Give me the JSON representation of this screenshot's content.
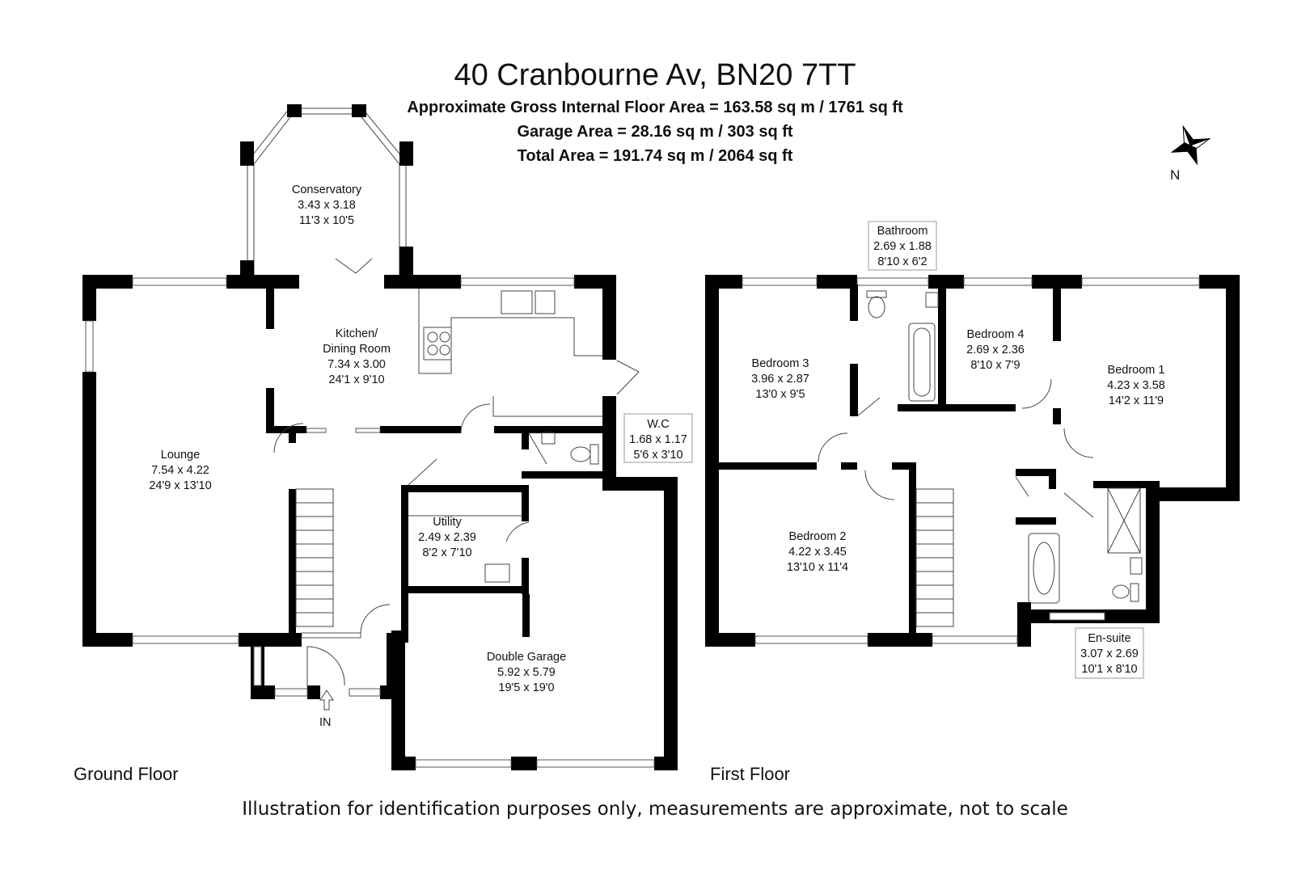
{
  "header": {
    "address": "40 Cranbourne Av, BN20 7TT",
    "gross_area": "Approximate Gross Internal Floor Area = 163.58 sq m / 1761 sq ft",
    "garage_area": "Garage Area = 28.16 sq m / 303 sq ft",
    "total_area": "Total Area = 191.74 sq m / 2064 sq ft"
  },
  "compass": {
    "label": "N"
  },
  "entrance": {
    "label": "IN"
  },
  "floors": {
    "ground": "Ground Floor",
    "first": "First Floor"
  },
  "rooms": {
    "conservatory": {
      "name": "Conservatory",
      "metric": "3.43 x 3.18",
      "imperial": "11'3 x 10'5"
    },
    "kitchen": {
      "name": "Kitchen/",
      "name2": "Dining Room",
      "metric": "7.34 x 3.00",
      "imperial": "24'1 x 9'10"
    },
    "lounge": {
      "name": "Lounge",
      "metric": "7.54 x 4.22",
      "imperial": "24'9 x 13'10"
    },
    "wc": {
      "name": "W.C",
      "metric": "1.68 x 1.17",
      "imperial": "5'6 x 3'10"
    },
    "utility": {
      "name": "Utility",
      "metric": "2.49 x 2.39",
      "imperial": "8'2 x 7'10"
    },
    "garage": {
      "name": "Double Garage",
      "metric": "5.92 x 5.79",
      "imperial": "19'5 x 19'0"
    },
    "bathroom": {
      "name": "Bathroom",
      "metric": "2.69 x 1.88",
      "imperial": "8'10 x 6'2"
    },
    "bedroom3": {
      "name": "Bedroom 3",
      "metric": "3.96 x 2.87",
      "imperial": "13'0 x 9'5"
    },
    "bedroom4": {
      "name": "Bedroom 4",
      "metric": "2.69 x 2.36",
      "imperial": "8'10 x 7'9"
    },
    "bedroom1": {
      "name": "Bedroom 1",
      "metric": "4.23 x 3.58",
      "imperial": "14'2 x 11'9"
    },
    "bedroom2": {
      "name": "Bedroom 2",
      "metric": "4.22 x 3.45",
      "imperial": "13'10 x 11'4"
    },
    "ensuite": {
      "name": "En-suite",
      "metric": "3.07 x 2.69",
      "imperial": "10'1 x 8'10"
    }
  },
  "disclaimer": "Illustration for identification purposes only, measurements are approximate, not to scale"
}
